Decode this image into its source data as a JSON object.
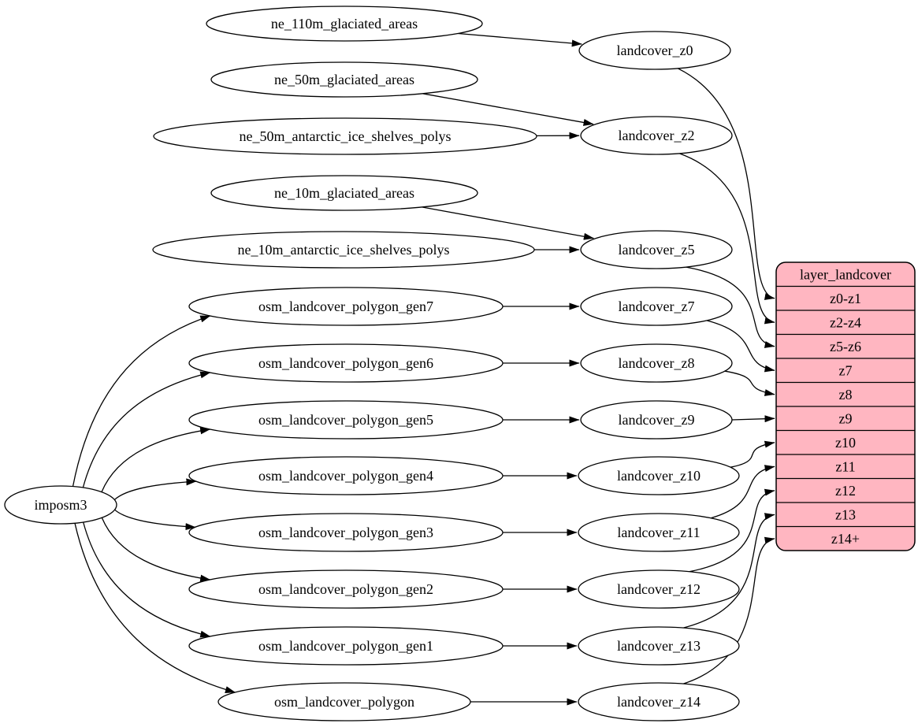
{
  "diagram": {
    "background": "#ffffff",
    "edge_color": "#000000",
    "node": {
      "fill": "#ffffff",
      "stroke": "#000000",
      "text_color": "#000000"
    },
    "importer": {
      "id": "imposm3",
      "label": "imposm3"
    },
    "sources": [
      {
        "id": "ne_110m_glaciated_areas",
        "label": "ne_110m_glaciated_areas"
      },
      {
        "id": "ne_50m_glaciated_areas",
        "label": "ne_50m_glaciated_areas"
      },
      {
        "id": "ne_50m_antarctic_ice_shelves_polys",
        "label": "ne_50m_antarctic_ice_shelves_polys"
      },
      {
        "id": "ne_10m_glaciated_areas",
        "label": "ne_10m_glaciated_areas"
      },
      {
        "id": "ne_10m_antarctic_ice_shelves_polys",
        "label": "ne_10m_antarctic_ice_shelves_polys"
      },
      {
        "id": "osm_landcover_polygon_gen7",
        "label": "osm_landcover_polygon_gen7"
      },
      {
        "id": "osm_landcover_polygon_gen6",
        "label": "osm_landcover_polygon_gen6"
      },
      {
        "id": "osm_landcover_polygon_gen5",
        "label": "osm_landcover_polygon_gen5"
      },
      {
        "id": "osm_landcover_polygon_gen4",
        "label": "osm_landcover_polygon_gen4"
      },
      {
        "id": "osm_landcover_polygon_gen3",
        "label": "osm_landcover_polygon_gen3"
      },
      {
        "id": "osm_landcover_polygon_gen2",
        "label": "osm_landcover_polygon_gen2"
      },
      {
        "id": "osm_landcover_polygon_gen1",
        "label": "osm_landcover_polygon_gen1"
      },
      {
        "id": "osm_landcover_polygon",
        "label": "osm_landcover_polygon"
      }
    ],
    "intermediates": [
      {
        "id": "landcover_z0",
        "label": "landcover_z0"
      },
      {
        "id": "landcover_z2",
        "label": "landcover_z2"
      },
      {
        "id": "landcover_z5",
        "label": "landcover_z5"
      },
      {
        "id": "landcover_z7",
        "label": "landcover_z7"
      },
      {
        "id": "landcover_z8",
        "label": "landcover_z8"
      },
      {
        "id": "landcover_z9",
        "label": "landcover_z9"
      },
      {
        "id": "landcover_z10",
        "label": "landcover_z10"
      },
      {
        "id": "landcover_z11",
        "label": "landcover_z11"
      },
      {
        "id": "landcover_z12",
        "label": "landcover_z12"
      },
      {
        "id": "landcover_z13",
        "label": "landcover_z13"
      },
      {
        "id": "landcover_z14",
        "label": "landcover_z14"
      }
    ],
    "record_node": {
      "id": "layer_landcover",
      "title": "layer_landcover",
      "fill": "#ffb6c1",
      "stroke": "#000000",
      "rows": [
        "z0-z1",
        "z2-z4",
        "z5-z6",
        "z7",
        "z8",
        "z9",
        "z10",
        "z11",
        "z12",
        "z13",
        "z14+"
      ]
    },
    "edges": [
      {
        "from": "imposm3",
        "to": "osm_landcover_polygon_gen7"
      },
      {
        "from": "imposm3",
        "to": "osm_landcover_polygon_gen6"
      },
      {
        "from": "imposm3",
        "to": "osm_landcover_polygon_gen5"
      },
      {
        "from": "imposm3",
        "to": "osm_landcover_polygon_gen4"
      },
      {
        "from": "imposm3",
        "to": "osm_landcover_polygon_gen3"
      },
      {
        "from": "imposm3",
        "to": "osm_landcover_polygon_gen2"
      },
      {
        "from": "imposm3",
        "to": "osm_landcover_polygon_gen1"
      },
      {
        "from": "imposm3",
        "to": "osm_landcover_polygon"
      },
      {
        "from": "ne_110m_glaciated_areas",
        "to": "landcover_z0"
      },
      {
        "from": "ne_50m_glaciated_areas",
        "to": "landcover_z2"
      },
      {
        "from": "ne_50m_antarctic_ice_shelves_polys",
        "to": "landcover_z2"
      },
      {
        "from": "ne_10m_glaciated_areas",
        "to": "landcover_z5"
      },
      {
        "from": "ne_10m_antarctic_ice_shelves_polys",
        "to": "landcover_z5"
      },
      {
        "from": "osm_landcover_polygon_gen7",
        "to": "landcover_z7"
      },
      {
        "from": "osm_landcover_polygon_gen6",
        "to": "landcover_z8"
      },
      {
        "from": "osm_landcover_polygon_gen5",
        "to": "landcover_z9"
      },
      {
        "from": "osm_landcover_polygon_gen4",
        "to": "landcover_z10"
      },
      {
        "from": "osm_landcover_polygon_gen3",
        "to": "landcover_z11"
      },
      {
        "from": "osm_landcover_polygon_gen2",
        "to": "landcover_z12"
      },
      {
        "from": "osm_landcover_polygon_gen1",
        "to": "landcover_z13"
      },
      {
        "from": "osm_landcover_polygon",
        "to": "landcover_z14"
      },
      {
        "from": "landcover_z0",
        "to": "layer_landcover",
        "to_port": "z0-z1"
      },
      {
        "from": "landcover_z2",
        "to": "layer_landcover",
        "to_port": "z2-z4"
      },
      {
        "from": "landcover_z5",
        "to": "layer_landcover",
        "to_port": "z5-z6"
      },
      {
        "from": "landcover_z7",
        "to": "layer_landcover",
        "to_port": "z7"
      },
      {
        "from": "landcover_z8",
        "to": "layer_landcover",
        "to_port": "z8"
      },
      {
        "from": "landcover_z9",
        "to": "layer_landcover",
        "to_port": "z9"
      },
      {
        "from": "landcover_z10",
        "to": "layer_landcover",
        "to_port": "z10"
      },
      {
        "from": "landcover_z11",
        "to": "layer_landcover",
        "to_port": "z11"
      },
      {
        "from": "landcover_z12",
        "to": "layer_landcover",
        "to_port": "z12"
      },
      {
        "from": "landcover_z13",
        "to": "layer_landcover",
        "to_port": "z13"
      },
      {
        "from": "landcover_z14",
        "to": "layer_landcover",
        "to_port": "z14+"
      }
    ]
  }
}
